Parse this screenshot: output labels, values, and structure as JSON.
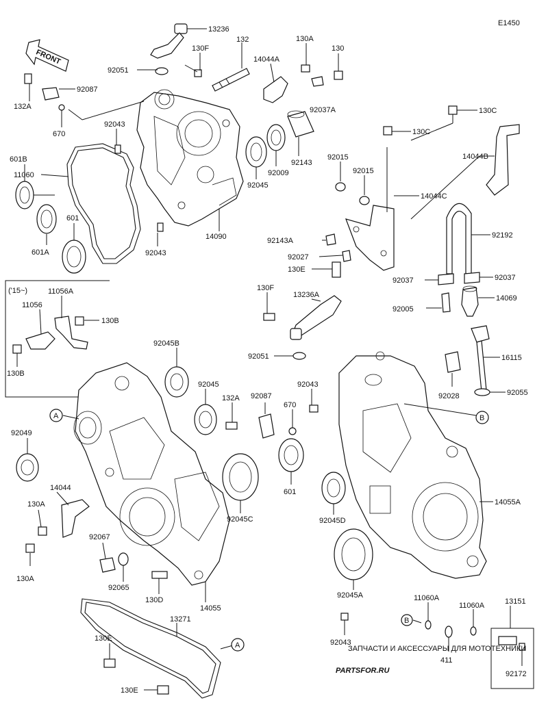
{
  "diagram_code": "E1450",
  "front_label": "FRONT",
  "year_note": "('15~)",
  "labels": {
    "l13236": "13236",
    "l130F_top": "130F",
    "l132": "132",
    "l92051_top": "92051",
    "l14044A": "14044A",
    "l130A_top": "130A",
    "l130_top": "130",
    "l92087_top": "92087",
    "l132A_top": "132A",
    "l670_top": "670",
    "l92037A": "92037A",
    "l92043_a": "92043",
    "l130C_1": "130C",
    "l130C_2": "130C",
    "l601B": "601B",
    "l11060": "11060",
    "l14044B": "14044B",
    "l92143": "92143",
    "l92015_1": "92015",
    "l92015_2": "92015",
    "l92045_top": "92045",
    "l92009": "92009",
    "l14044C": "14044C",
    "l601_top": "601",
    "l601A": "601A",
    "l14090": "14090",
    "l92043_b": "92043",
    "l92192": "92192",
    "l92143A": "92143A",
    "l92027": "92027",
    "l130E_top": "130E",
    "l92037_l": "92037",
    "l92037_r": "92037",
    "l130F_mid": "130F",
    "l13236A": "13236A",
    "l14069": "14069",
    "l92005": "92005",
    "l11056A": "11056A",
    "l11056": "11056",
    "l130B_r": "130B",
    "l130B_l": "130B",
    "l92045B": "92045B",
    "l92051_mid": "92051",
    "l16115": "16115",
    "l92045_mid": "92045",
    "l92043_c": "92043",
    "l92028": "92028",
    "l92055": "92055",
    "l132A_mid": "132A",
    "l92087_mid": "92087",
    "l670_mid": "670",
    "l92049": "92049",
    "l601_mid": "601",
    "l14044": "14044",
    "l92045C": "92045C",
    "l92045D": "92045D",
    "l14055A": "14055A",
    "l130A_1": "130A",
    "l130A_2": "130A",
    "l92067": "92067",
    "l92065": "92065",
    "l92045A": "92045A",
    "l130D": "130D",
    "l14055": "14055",
    "l11060A_1": "11060A",
    "l11060A_2": "11060A",
    "l13151": "13151",
    "l13271": "13271",
    "l92043_d": "92043",
    "l130E_1": "130E",
    "l130E_2": "130E",
    "l411": "411",
    "l92172": "92172"
  },
  "callouts": {
    "A1": "A",
    "A2": "A",
    "B1": "B",
    "B2": "B"
  },
  "watermark": {
    "small": "ЗАПЧАСТИ И АКСЕССУАРЫ ДЛЯ МОТОТЕХНИКИ",
    "big": "PARTSFOR.RU"
  }
}
